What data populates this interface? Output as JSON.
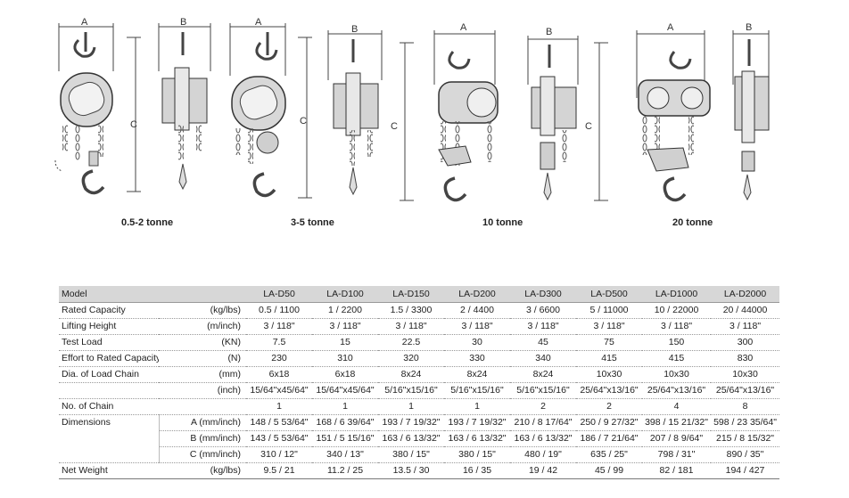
{
  "figure": {
    "dim_a": "A",
    "dim_b": "B",
    "dim_c": "C",
    "captions": [
      "0.5-2 tonne",
      "3-5 tonne",
      "10 tonne",
      "20 tonne"
    ]
  },
  "table": {
    "header": [
      "Model",
      "LA-D50",
      "LA-D100",
      "LA-D150",
      "LA-D200",
      "LA-D300",
      "LA-D500",
      "LA-D1000",
      "LA-D2000"
    ],
    "rows": [
      {
        "label": "Rated Capacity",
        "unit": "(kg/lbs)",
        "values": [
          "0.5 / 1100",
          "1 / 2200",
          "1.5 / 3300",
          "2 / 4400",
          "3 / 6600",
          "5 / 11000",
          "10 / 22000",
          "20 / 44000"
        ]
      },
      {
        "label": "Lifting Height",
        "unit": "(m/inch)",
        "values": [
          "3 / 118\"",
          "3 / 118\"",
          "3 / 118\"",
          "3 / 118\"",
          "3 / 118\"",
          "3 / 118\"",
          "3 / 118\"",
          "3 / 118\""
        ]
      },
      {
        "label": "Test Load",
        "unit": "(KN)",
        "values": [
          "7.5",
          "15",
          "22.5",
          "30",
          "45",
          "75",
          "150",
          "300"
        ]
      },
      {
        "label": "Effort to Rated Capacity",
        "unit": "(N)",
        "values": [
          "230",
          "310",
          "320",
          "330",
          "340",
          "415",
          "415",
          "830"
        ]
      },
      {
        "label": "Dia. of Load Chain",
        "unit": "(mm)",
        "values": [
          "6x18",
          "6x18",
          "8x24",
          "8x24",
          "8x24",
          "10x30",
          "10x30",
          "10x30"
        ]
      },
      {
        "label": "",
        "unit": "(inch)",
        "values": [
          "15/64\"x45/64\"",
          "15/64\"x45/64\"",
          "5/16\"x15/16\"",
          "5/16\"x15/16\"",
          "5/16\"x15/16\"",
          "25/64\"x13/16\"",
          "25/64\"x13/16\"",
          "25/64\"x13/16\""
        ]
      },
      {
        "label": "No. of Chain",
        "unit": "",
        "values": [
          "1",
          "1",
          "1",
          "1",
          "2",
          "2",
          "4",
          "8"
        ]
      }
    ],
    "dimensions": {
      "label": "Dimensions",
      "rows": [
        {
          "unit": "A (mm/inch)",
          "values": [
            "148 / 5 53/64\"",
            "168 / 6 39/64\"",
            "193 / 7 19/32\"",
            "193 / 7 19/32\"",
            "210 / 8 17/64\"",
            "250 / 9 27/32\"",
            "398 / 15 21/32\"",
            "598 / 23 35/64\""
          ]
        },
        {
          "unit": "B (mm/inch)",
          "values": [
            "143 / 5 53/64\"",
            "151 / 5 15/16\"",
            "163 / 6 13/32\"",
            "163 / 6 13/32\"",
            "163 / 6 13/32\"",
            "186 / 7 21/64\"",
            "207 / 8 9/64\"",
            "215 / 8 15/32\""
          ]
        },
        {
          "unit": "C (mm/inch)",
          "values": [
            "310 / 12\"",
            "340 / 13\"",
            "380 / 15\"",
            "380 / 15\"",
            "480 / 19\"",
            "635 / 25\"",
            "798 / 31\"",
            "890 / 35\""
          ]
        }
      ]
    },
    "net_weight": {
      "label": "Net Weight",
      "unit": "(kg/lbs)",
      "values": [
        "9.5 / 21",
        "11.2 / 25",
        "13.5 / 30",
        "16 / 35",
        "19 / 42",
        "45 / 99",
        "82 / 181",
        "194 / 427"
      ]
    }
  }
}
